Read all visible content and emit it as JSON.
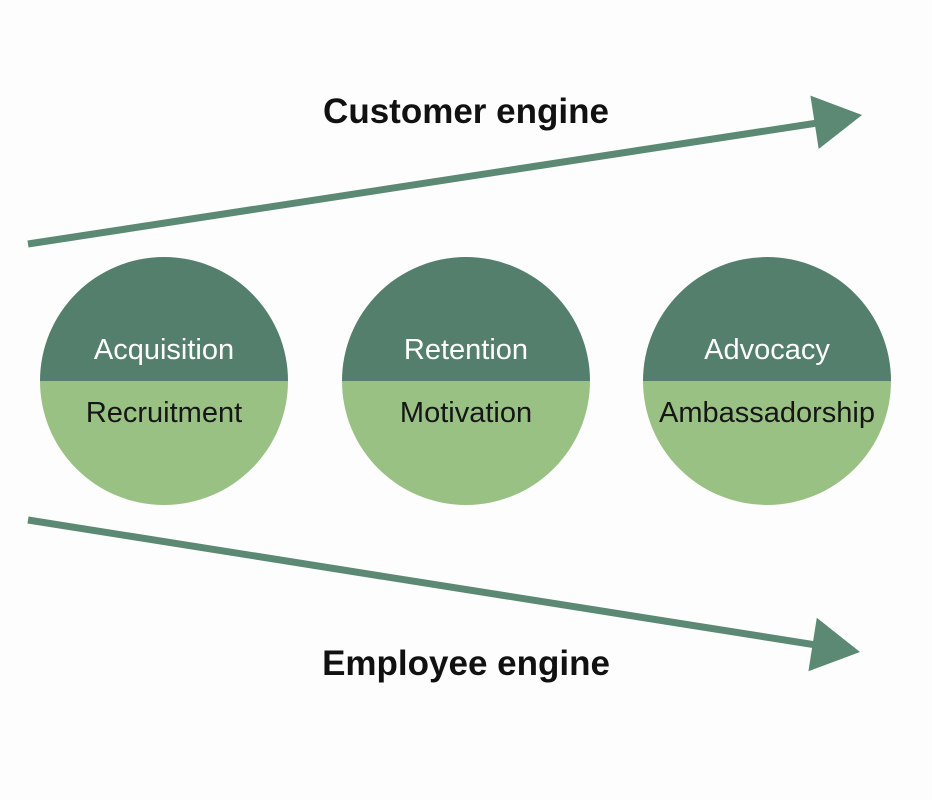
{
  "diagram": {
    "customer_engine_label": "Customer engine",
    "employee_engine_label": "Employee engine",
    "stages": [
      {
        "customer_label": "Acquisition",
        "employee_label": "Recruitment"
      },
      {
        "customer_label": "Retention",
        "employee_label": "Motivation"
      },
      {
        "customer_label": "Advocacy",
        "employee_label": "Ambassadorship"
      }
    ],
    "colors": {
      "circle_top": "#537f6c",
      "circle_bottom": "#99c184",
      "arrow": "#5b8973",
      "label_on_dark": "#ffffff",
      "label_on_light": "#161616",
      "title": "#111111",
      "background": "#fdfdfd"
    }
  }
}
